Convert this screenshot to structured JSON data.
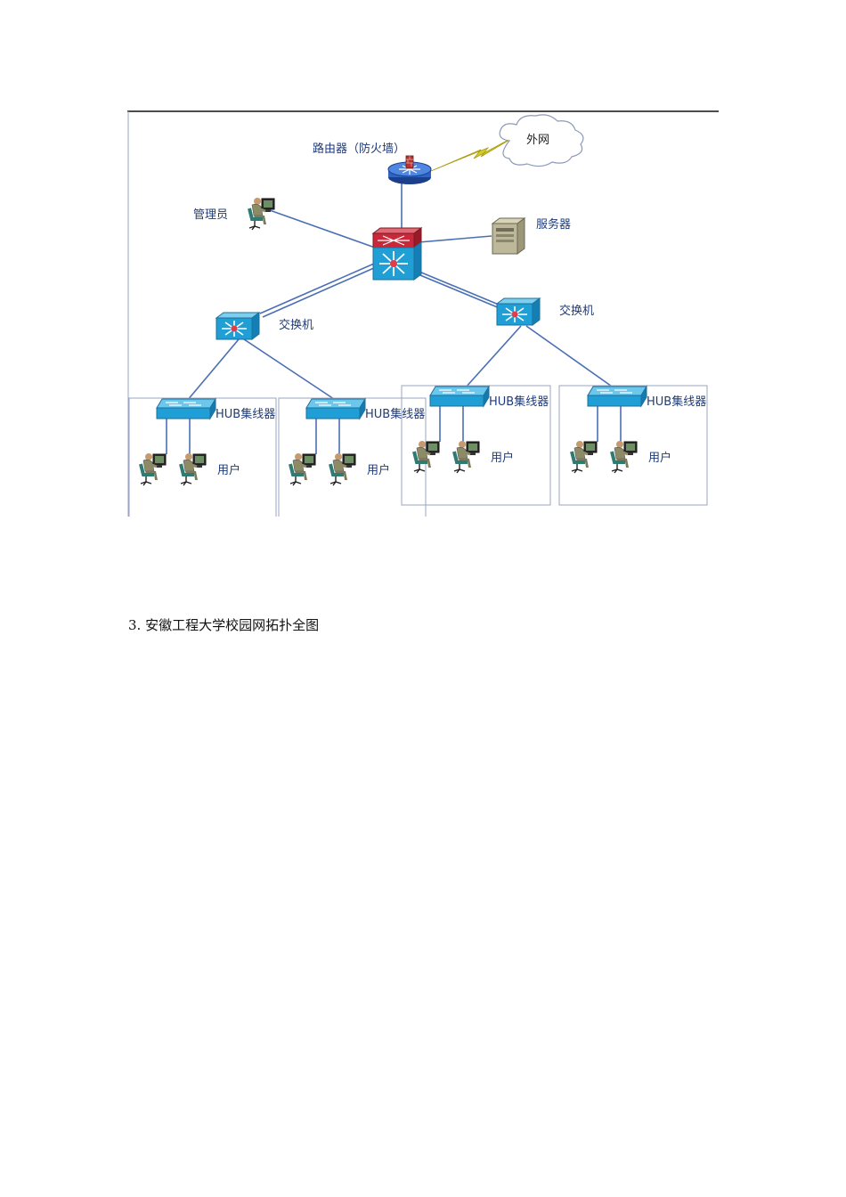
{
  "diagram": {
    "router_label": "路由器（防火墙）",
    "internet_label": "外网",
    "admin_label": "管理员",
    "server_label": "服务器",
    "switch_left_label": "交换机",
    "switch_right_label": "交换机",
    "hubs": [
      {
        "label": "HUB集线器",
        "user_label": "用户"
      },
      {
        "label": "HUB集线器",
        "user_label": "用户"
      },
      {
        "label": "HUB集线器",
        "user_label": "用户"
      },
      {
        "label": "HUB集线器",
        "user_label": "用户"
      }
    ]
  },
  "caption": "3. 安徽工程大学校园网拓扑全图"
}
